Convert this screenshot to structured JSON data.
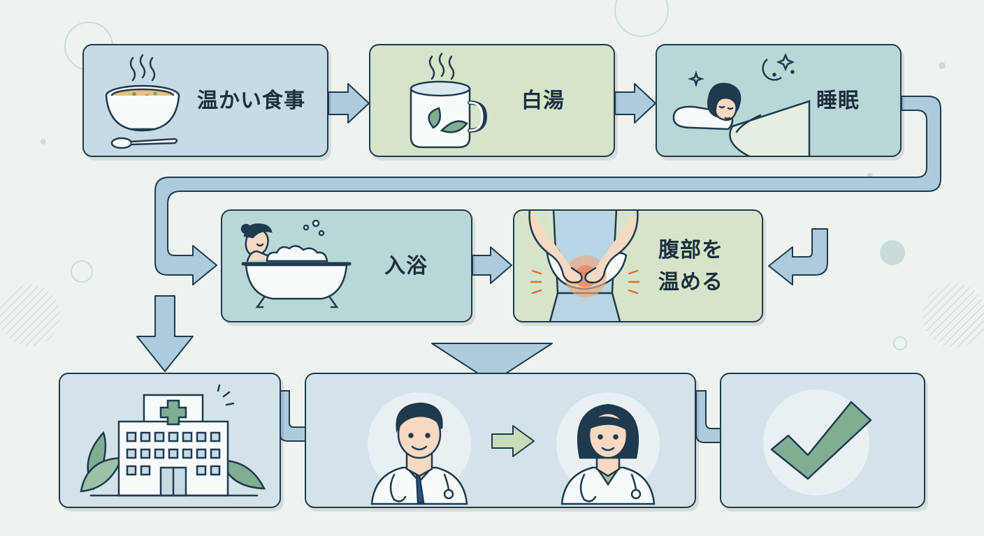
{
  "steps": {
    "warm_meal": "温かい食事",
    "hot_water": "白湯",
    "sleep": "睡眠",
    "bath": "入浴",
    "warm_belly_line1": "腹部を",
    "warm_belly_line2": "温める"
  },
  "icons": {
    "warm_meal": "soup-bowl-icon",
    "hot_water": "mug-icon",
    "sleep": "sleeping-person-icon",
    "bath": "bathtub-icon",
    "warm_belly": "warm-belly-icon",
    "hospital": "hospital-icon",
    "doctor_male": "doctor-male-icon",
    "doctor_female": "doctor-female-icon",
    "check": "check-icon"
  },
  "colors": {
    "outline": "#1f3a4d",
    "card_blue": "#c7dbe6",
    "card_green": "#d6e5c9",
    "card_teal": "#b9d7d7",
    "arrow": "#aecbdb",
    "check": "#7fae93"
  }
}
